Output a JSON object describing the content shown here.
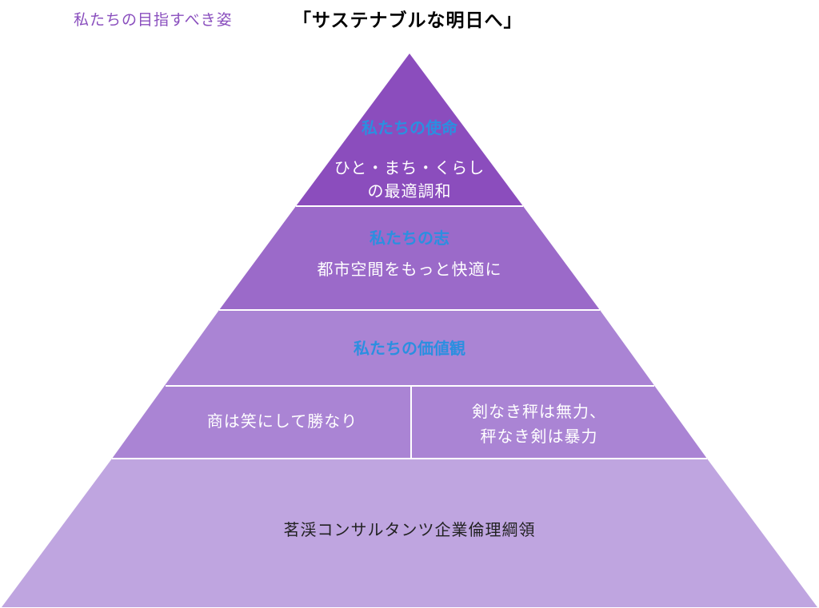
{
  "header": {
    "subtitle": "私たちの目指すべき姿",
    "title": "「サステナブルな明日へ」"
  },
  "pyramid": {
    "mission": {
      "heading": "私たちの使命",
      "line1": "ひと・まち・くらし",
      "line2": "の最適調和"
    },
    "aspiration": {
      "heading": "私たちの志",
      "text": "都市空間をもっと快適に"
    },
    "values": {
      "heading": "私たちの価値観",
      "left": "商は笑にして勝なり",
      "right_line1": "剣なき秤は無力、",
      "right_line2": "秤なき剣は暴力"
    },
    "base": {
      "text": "茗渓コンサルタンツ企業倫理綱領"
    }
  },
  "colors": {
    "tier1": "#8b4dbd",
    "tier2": "#9b6ac9",
    "tier3": "#aa84d4",
    "tier4": "#bfa5e0",
    "heading": "#2b8fe0",
    "subtitle": "#8a4fbe"
  }
}
